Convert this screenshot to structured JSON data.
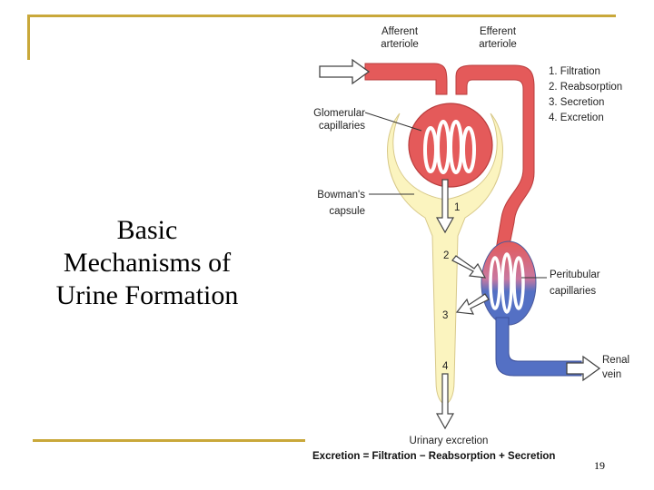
{
  "slide": {
    "title_lines": [
      "Basic",
      "Mechanisms of",
      "Urine Formation"
    ],
    "page_number": "19",
    "accent_color": "#c9a83a"
  },
  "diagram": {
    "labels": {
      "afferent_1": "Afferent",
      "afferent_2": "arteriole",
      "efferent_1": "Efferent",
      "efferent_2": "arteriole",
      "glomerular_1": "Glomerular",
      "glomerular_2": "capillaries",
      "bowman_1": "Bowman's",
      "bowman_2": "capsule",
      "peritubular_1": "Peritubular",
      "peritubular_2": "capillaries",
      "renal_1": "Renal",
      "renal_2": "vein",
      "urinary_excretion": "Urinary excretion"
    },
    "legend": [
      "1. Filtration",
      "2. Reabsorption",
      "3. Secretion",
      "4. Excretion"
    ],
    "process_numbers": [
      "1",
      "2",
      "3",
      "4"
    ],
    "equation": "Excretion = Filtration − Reabsorption + Secretion",
    "colors": {
      "arterial_red": "#e45a5a",
      "venous_blue": "#5470c4",
      "tubule_yellow": "#fbf4bf",
      "arrow_fill": "#ffffff"
    }
  }
}
